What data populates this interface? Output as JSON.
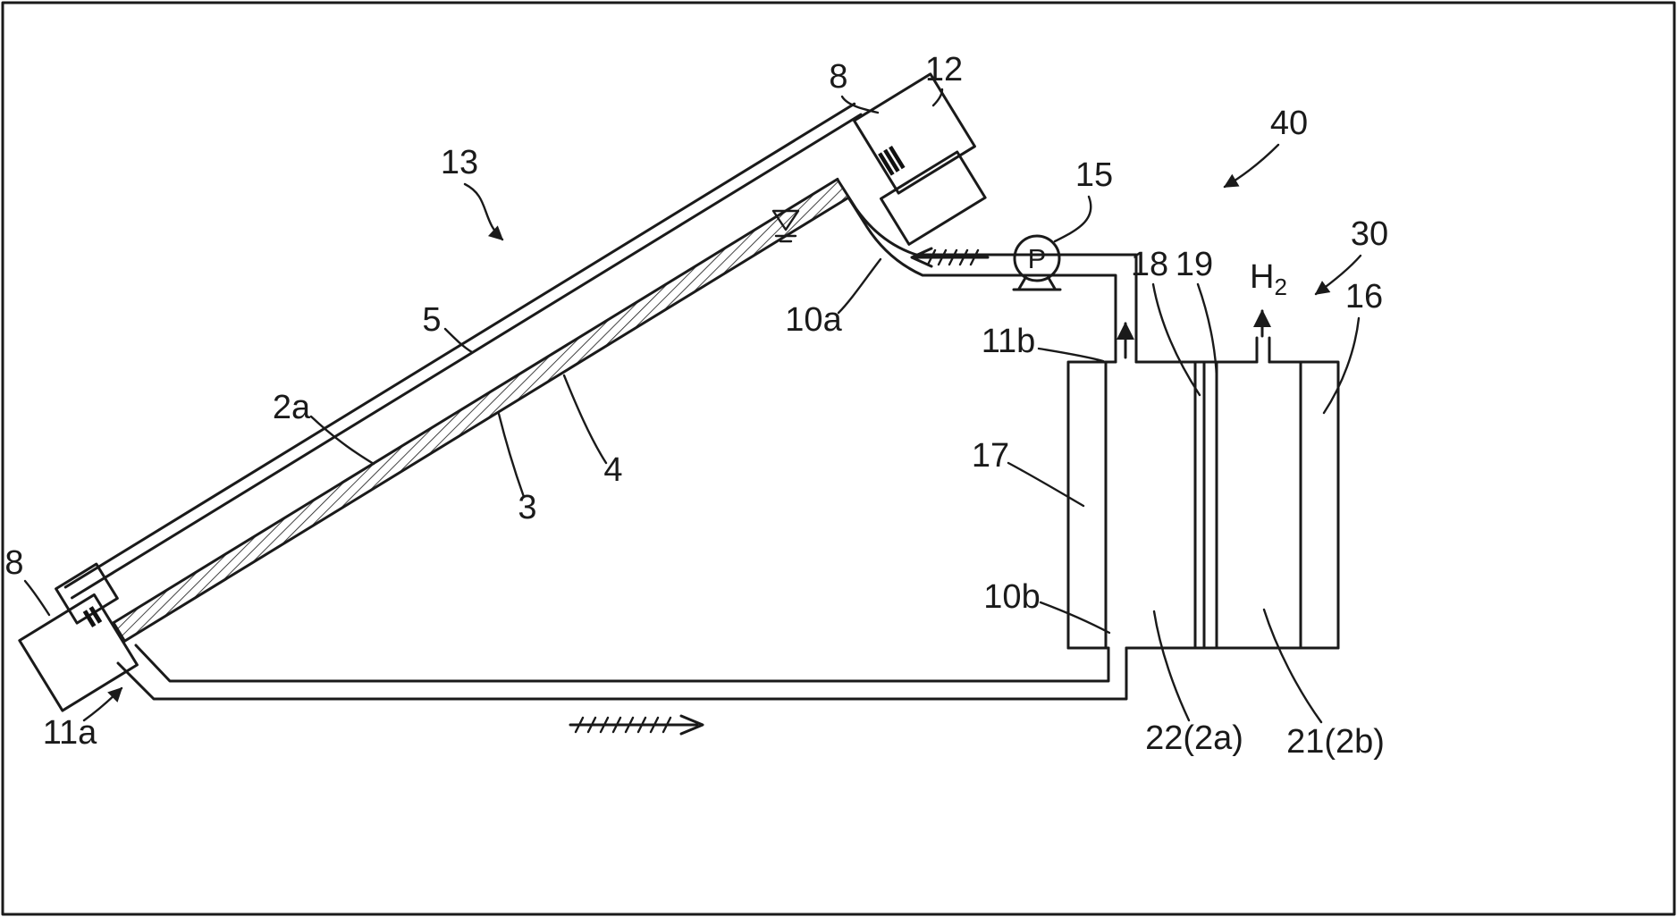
{
  "colors": {
    "ink": "#1a1a1a",
    "background": "#ffffff"
  },
  "labels": {
    "ref_8_top": "8",
    "ref_12": "12",
    "ref_13": "13",
    "ref_15": "15",
    "ref_40": "40",
    "ref_30": "30",
    "ref_16": "16",
    "ref_18": "18",
    "ref_19": "19",
    "h2_element": "H",
    "h2_subscript": "2",
    "ref_10a": "10a",
    "ref_11b": "11b",
    "ref_17": "17",
    "ref_5": "5",
    "ref_2a": "2a",
    "ref_4": "4",
    "ref_3": "3",
    "ref_8_left": "8",
    "ref_11a": "11a",
    "ref_10b": "10b",
    "ref_22": "22(2a)",
    "ref_21": "21(2b)",
    "pump": "P"
  }
}
